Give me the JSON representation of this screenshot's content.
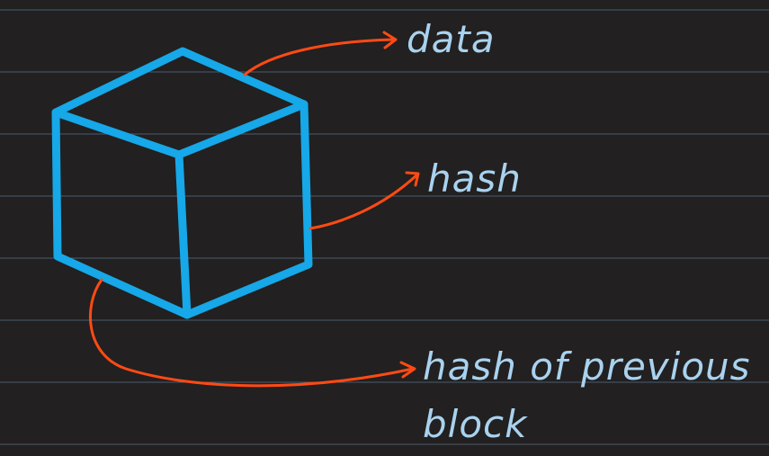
{
  "colors": {
    "background": "#222020",
    "rule_line": "#4a5b70",
    "cube_stroke": "#16a8e8",
    "arrow_stroke": "#ff4a14",
    "label_text": "#a9d2ef"
  },
  "labels": {
    "data": "data",
    "hash": "hash",
    "prev_line1": "hash of previous",
    "prev_line2": "block"
  }
}
